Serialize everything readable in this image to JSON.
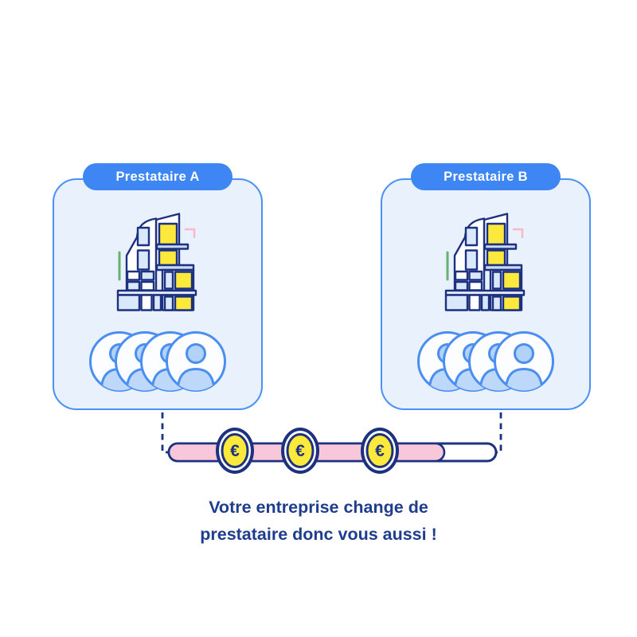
{
  "illustration": {
    "cards": [
      {
        "label": "Prestataire A"
      },
      {
        "label": "Prestataire B"
      }
    ],
    "transfer_bar": {
      "coin_symbol": "€",
      "coin_count": 3,
      "fill_percent": 84
    },
    "caption": {
      "line1": "Votre entreprise change de",
      "line2": "prestataire donc vous aussi !"
    },
    "colors": {
      "card_border_blue": "#4a90f5",
      "pill_blue": "#3d86f4",
      "navy_ink": "#1c3180",
      "caption_navy": "#1e3d8d",
      "window_yellow": "#fce93b",
      "bar_pink": "#f9c7da",
      "card_bg": "#e9f1fd",
      "light_blue_window": "#d9e8fb",
      "avatar_blue": "#4a8ef2",
      "green_accent": "#67b26f",
      "pink_accent": "#f8b9cb"
    }
  }
}
